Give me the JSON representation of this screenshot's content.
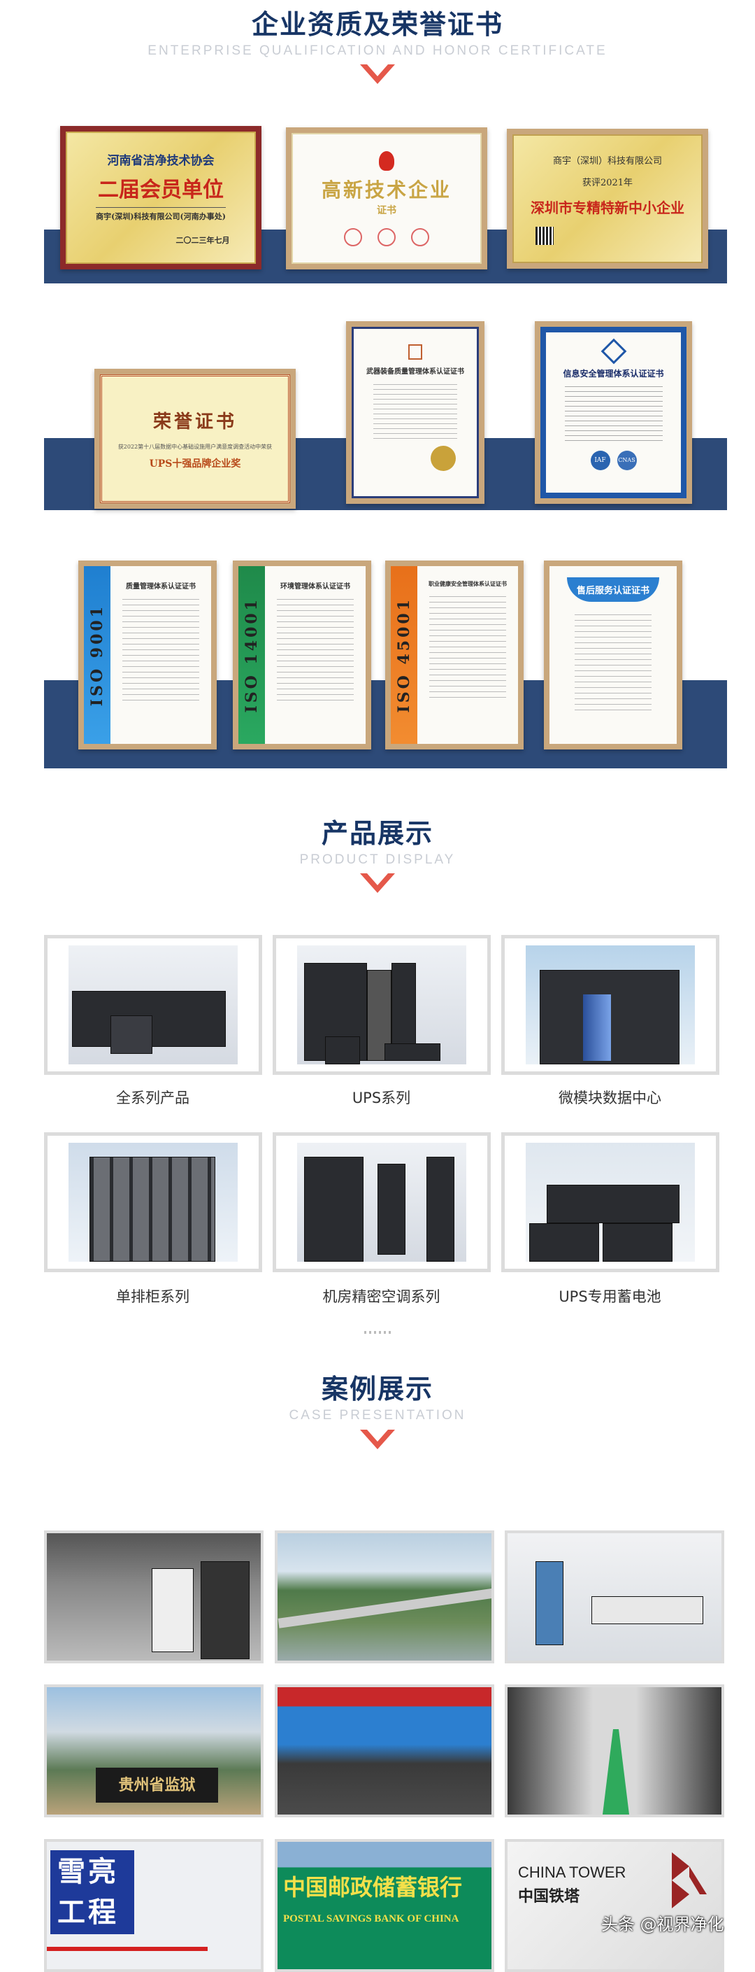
{
  "sections": {
    "honors": {
      "title": "企业资质及荣誉证书",
      "subtitle": "ENTERPRISE QUALIFICATION AND HONOR CERTIFICATE"
    },
    "products": {
      "title": "产品展示",
      "subtitle": "PRODUCT DISPLAY"
    },
    "cases": {
      "title": "案例展示",
      "subtitle": "CASE PRESENTATION"
    }
  },
  "certificates": [
    {
      "org": "河南省洁净技术协会",
      "title": "二届会员单位",
      "company": "商宇(深圳)科技有限公司(河南办事处)",
      "date": "二〇二三年七月"
    },
    {
      "title": "高新技术企业",
      "sub": "证书"
    },
    {
      "company": "商宇（深圳）科技有限公司",
      "line": "获评2021年",
      "title": "深圳市专精特新中小企业"
    },
    {
      "title": "荣誉证书",
      "line": "获2022第十八届数据中心基础设施用户满意度调查活动中荣获",
      "award": "UPS十强品牌企业奖"
    },
    {
      "title": "武器装备质量管理体系认证证书"
    },
    {
      "title": "信息安全管理体系认证证书",
      "marks": [
        "IAF",
        "CNAS"
      ]
    },
    {
      "title": "质量管理体系认证证书",
      "standard": "ISO 9001"
    },
    {
      "title": "环境管理体系认证证书",
      "standard": "ISO 14001"
    },
    {
      "title": "职业健康安全管理体系认证证书",
      "standard": "ISO 45001"
    },
    {
      "title": "售后服务认证证书"
    }
  ],
  "products": [
    {
      "label": "全系列产品"
    },
    {
      "label": "UPS系列"
    },
    {
      "label": "微模块数据中心"
    },
    {
      "label": "单排柜系列"
    },
    {
      "label": "机房精密空调系列"
    },
    {
      "label": "UPS专用蓄电池"
    }
  ],
  "cases": [
    {
      "sign": ""
    },
    {
      "sign": ""
    },
    {
      "sign": ""
    },
    {
      "sign": "贵州省监狱"
    },
    {
      "sign": ""
    },
    {
      "sign": ""
    },
    {
      "sign": "雪亮工程"
    },
    {
      "sign": "中国邮政储蓄银行",
      "sign_en": "POSTAL SAVINGS BANK OF CHINA"
    },
    {
      "sign": "中国铁塔",
      "sign_en": "CHINA TOWER"
    }
  ],
  "watermark": "头条 @视界净化",
  "colors": {
    "navy": "#2d4a78",
    "title": "#173565",
    "accent": "#e5584a"
  }
}
